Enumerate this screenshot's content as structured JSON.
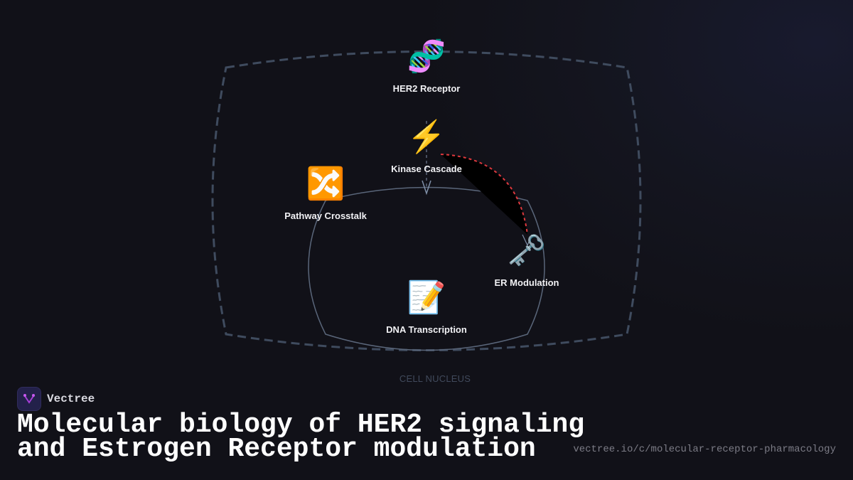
{
  "diagram": {
    "region_label": "CELL NUCLEUS",
    "nodes": [
      {
        "id": "her2",
        "label": "HER2 Receptor",
        "icon": "dna-icon",
        "glyph": "🧬"
      },
      {
        "id": "kinase",
        "label": "Kinase Cascade",
        "icon": "lightning-icon",
        "glyph": "⚡"
      },
      {
        "id": "crosstalk",
        "label": "Pathway Crosstalk",
        "icon": "shuffle-icon",
        "glyph": "🔀"
      },
      {
        "id": "er",
        "label": "ER Modulation",
        "icon": "key-icon",
        "glyph": "🗝️"
      },
      {
        "id": "dna",
        "label": "DNA Transcription",
        "icon": "memo-icon",
        "glyph": "📝"
      }
    ],
    "edges": [
      {
        "from": "her2",
        "to": "kinase",
        "style": "dashed",
        "color": "#5a6478"
      },
      {
        "from": "kinase",
        "to": "er",
        "style": "dotted",
        "color": "#e0393e"
      }
    ],
    "colors": {
      "outer_boundary": "#3f4b5e",
      "inner_boundary": "#5a667a",
      "highlight_edge": "#e0393e"
    }
  },
  "brand": {
    "name": "Vectree",
    "logo_color": "#a63ed8"
  },
  "title": {
    "line1": "Molecular biology of HER2 signaling",
    "line2": "and Estrogen Receptor modulation"
  },
  "url": "vectree.io/c/molecular-receptor-pharmacology"
}
